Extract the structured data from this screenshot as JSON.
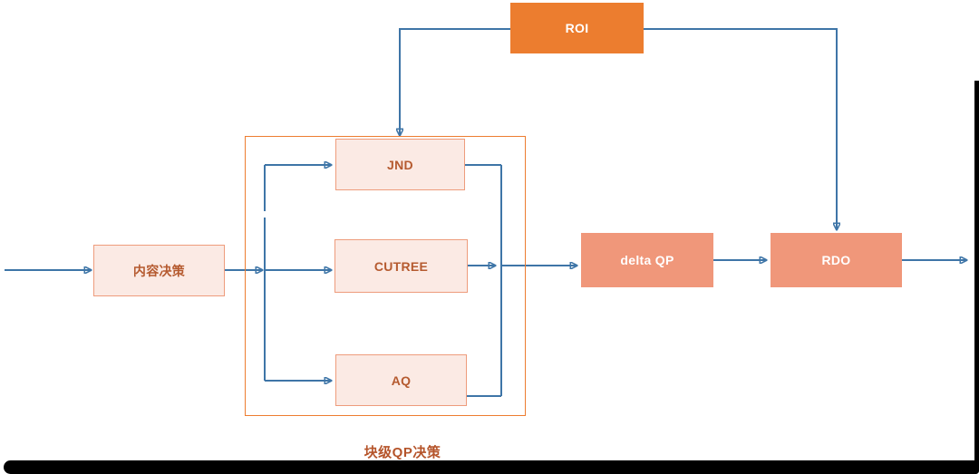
{
  "diagram": {
    "nodes": {
      "roi": {
        "label": "ROI",
        "style": "solid-orange"
      },
      "content_decision": {
        "label": "内容决策",
        "style": "light"
      },
      "jnd": {
        "label": "JND",
        "style": "light"
      },
      "cutree": {
        "label": "CUTREE",
        "style": "light"
      },
      "aq": {
        "label": "AQ",
        "style": "light"
      },
      "delta_qp": {
        "label": "delta QP",
        "style": "solid-salmon"
      },
      "rdo": {
        "label": "RDO",
        "style": "solid-salmon"
      }
    },
    "group": {
      "caption": "块级QP决策",
      "members": [
        "JND",
        "CUTREE",
        "AQ"
      ]
    },
    "edges": [
      {
        "from": "input",
        "to": "content_decision"
      },
      {
        "from": "content_decision",
        "to": "jnd"
      },
      {
        "from": "content_decision",
        "to": "cutree"
      },
      {
        "from": "content_decision",
        "to": "aq"
      },
      {
        "from": "roi",
        "to": "jnd"
      },
      {
        "from": "roi",
        "to": "rdo"
      },
      {
        "from": "jnd",
        "to": "delta_qp"
      },
      {
        "from": "cutree",
        "to": "delta_qp"
      },
      {
        "from": "aq",
        "to": "delta_qp"
      },
      {
        "from": "delta_qp",
        "to": "rdo"
      },
      {
        "from": "rdo",
        "to": "output"
      }
    ]
  },
  "colors": {
    "flow_line": "#3E75A7",
    "roi_fill": "#EC7D2F",
    "group_border": "#ED7D31",
    "light_box_fill": "#FBEAE4",
    "light_box_border": "#EE9C7C",
    "light_box_text": "#B55A2F",
    "solid_box_fill": "#F0977A",
    "solid_box_text": "#FFFFFF",
    "caption_text": "#B5542A",
    "frame": "#000000"
  }
}
